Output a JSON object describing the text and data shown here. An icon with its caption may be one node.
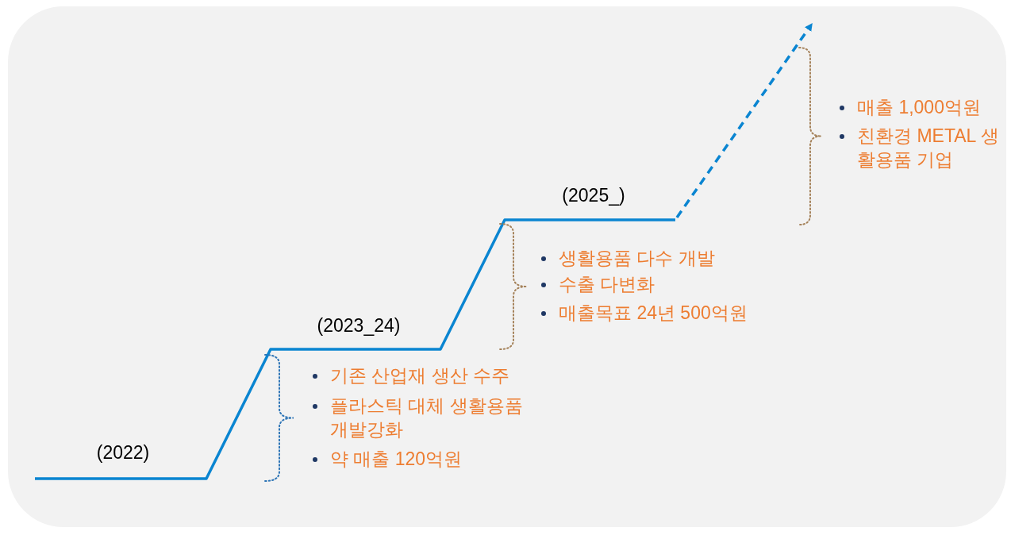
{
  "diagram": {
    "labels": [
      "(2022)",
      "기존 산업재 생산 수주",
      "플라스틱 대체 생활용품 개발강화",
      "약 매출 120억원",
      "(2023_24)",
      "생활용품 다수 개발",
      "수출 다변화",
      "매출목표 24년 500억원",
      "(2025_)",
      "매출 1,000억원",
      "친환경 METAL 생활용품 기업"
    ]
  }
}
